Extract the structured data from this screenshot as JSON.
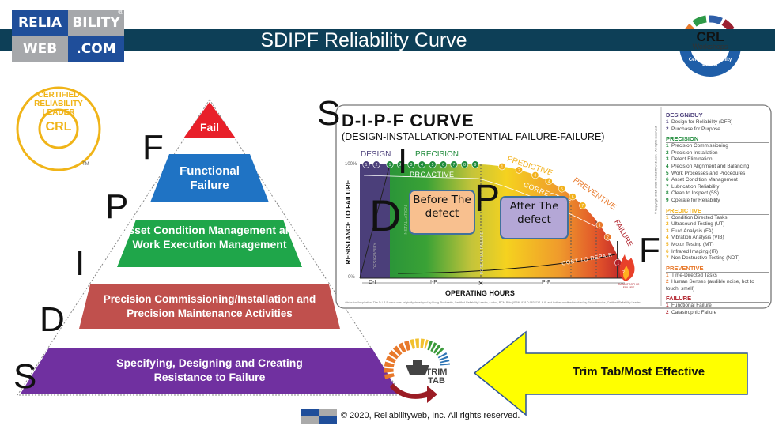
{
  "slide": {
    "title": "SDIPF Reliability Curve",
    "copyright": "© 2020, Reliabilityweb, Inc. All rights reserved."
  },
  "logos": {
    "reliabilityweb": [
      "RELIA",
      "BILITY",
      "WEB",
      ".COM"
    ],
    "registered": "®",
    "crl_seal": {
      "outer": "CERTIFIED RELIABILITY LEADER",
      "center": "CRL",
      "tm": "TM"
    },
    "crl_workshops": {
      "center": "CRL",
      "sub": "Workshops",
      "ring": "Certified Reliability Leader"
    },
    "trim_tab": [
      "TRIM",
      "TAB"
    ]
  },
  "sdipf_letters": {
    "s_top": "S",
    "f": "F",
    "p": "P",
    "i": "I",
    "d": "D",
    "s": "S",
    "chart_i": "I",
    "chart_d": "D",
    "chart_p": "P",
    "chart_f": "F"
  },
  "pyramid": [
    {
      "label": "Fail",
      "color": "#e8202a"
    },
    {
      "label": "Functional Failure",
      "color": "#1f73c4"
    },
    {
      "label": "Asset Condition Management and Work Execution Management",
      "color": "#1fa64a"
    },
    {
      "label": "Precision Commissioning/Installation and Precision Maintenance Activities",
      "color": "#c0504d"
    },
    {
      "label": "Specifying, Designing and Creating Resistance to Failure",
      "color": "#7030a0"
    }
  ],
  "arrow": {
    "label": "Trim Tab/Most Effective",
    "color": "#ffff00"
  },
  "curve": {
    "title": "D-I-P-F  CURVE",
    "subtitle": "(DESIGN-INSTALLATION-POTENTIAL FAILURE-FAILURE)",
    "y_label": "RESISTANCE TO FAILURE",
    "y_top": "100%",
    "y_bottom": "0%",
    "x_label": "OPERATING HOURS",
    "phases": {
      "design": "DESIGN",
      "precision": "PRECISION",
      "predictive": "PREDICTIVE",
      "preventive": "PREVENTIVE",
      "failure": "FAILURE"
    },
    "proactive": "PROACTIVE",
    "corrective": "CORRECTIVE",
    "cost": "COST TO REPAIR",
    "verticals": {
      "design": "DESIGN/BUY",
      "install": "INSTALLATION",
      "potential": "POTENTIAL FAILURE"
    },
    "intervals": {
      "di": "D-I",
      "ip": "I-P",
      "pf": "P-F"
    },
    "catastrophic": "CATASTROPHIC FAILURE",
    "catastrophic_num": "2",
    "before": "Before The defect",
    "after": "After The defect",
    "vertical_copyright": "© Copyright 2015-2020 Reliabilityweb.com • All rights reserved",
    "attribution": "Attribution/Inspiration: The D-I-P-F curve was originally developed by Doug Plucknette, Certified Reliability Leader, Author, RCM Blitz (ISBN: 978-0-9838741-6-8) and further modified/evolved by Brian Hencius, Certified Reliability Leader"
  },
  "legend": [
    {
      "title": "DESIGN/BUY",
      "color": "#4b3f7a",
      "items": [
        "Design for Reliability (DFR)",
        "Purchase for Purpose"
      ]
    },
    {
      "title": "PRECISION",
      "color": "#1e8a3a",
      "items": [
        "Precision Commissioning",
        "Precision Installation",
        "Defect Elimination",
        "Precision Alignment and Balancing",
        "Work Processes and Procedures",
        "Asset Condition Management",
        "Lubrication Reliability",
        "Clean to Inspect (5S)",
        "Operate for Reliability"
      ]
    },
    {
      "title": "PREDICTIVE",
      "color": "#f2b11c",
      "items": [
        "Condition Directed Tasks",
        "Ultrasound Testing (UT)",
        "Fluid Analysis (FA)",
        "Vibration Analysis (VIB)",
        "Motor Testing (MT)",
        "Infrared Imaging (IR)",
        "Non Destructive Testing (NDT)"
      ]
    },
    {
      "title": "PREVENTIVE",
      "color": "#e8792b",
      "items": [
        "Time-Directed Tasks",
        "Human Senses (audible noise, hot to touch, smell)"
      ]
    },
    {
      "title": "FAILURE",
      "color": "#b0202a",
      "items": [
        "Functional Failure",
        "Catastrophic Failure"
      ]
    }
  ]
}
